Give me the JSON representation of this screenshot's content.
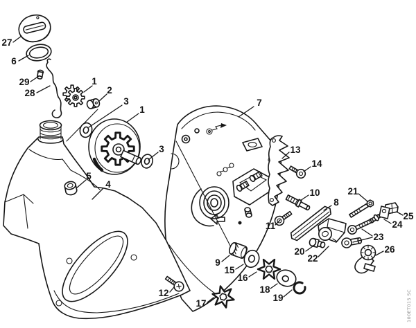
{
  "figure": {
    "background": "#ffffff",
    "line_color": "#161616",
    "watermark": "100ET015 SC",
    "callouts": [
      {
        "label": "27"
      },
      {
        "label": "6"
      },
      {
        "label": "29"
      },
      {
        "label": "28"
      },
      {
        "label": "1"
      },
      {
        "label": "2"
      },
      {
        "label": "3"
      },
      {
        "label": "1"
      },
      {
        "label": "3"
      },
      {
        "label": "5"
      },
      {
        "label": "4"
      },
      {
        "label": "7"
      },
      {
        "label": "13"
      },
      {
        "label": "14"
      },
      {
        "label": "10"
      },
      {
        "label": "21"
      },
      {
        "label": "8"
      },
      {
        "label": "11"
      },
      {
        "label": "25"
      },
      {
        "label": "24"
      },
      {
        "label": "23"
      },
      {
        "label": "20"
      },
      {
        "label": "22"
      },
      {
        "label": "26"
      },
      {
        "label": "9"
      },
      {
        "label": "15"
      },
      {
        "label": "16"
      },
      {
        "label": "18"
      },
      {
        "label": "19"
      },
      {
        "label": "17"
      },
      {
        "label": "12"
      }
    ]
  }
}
